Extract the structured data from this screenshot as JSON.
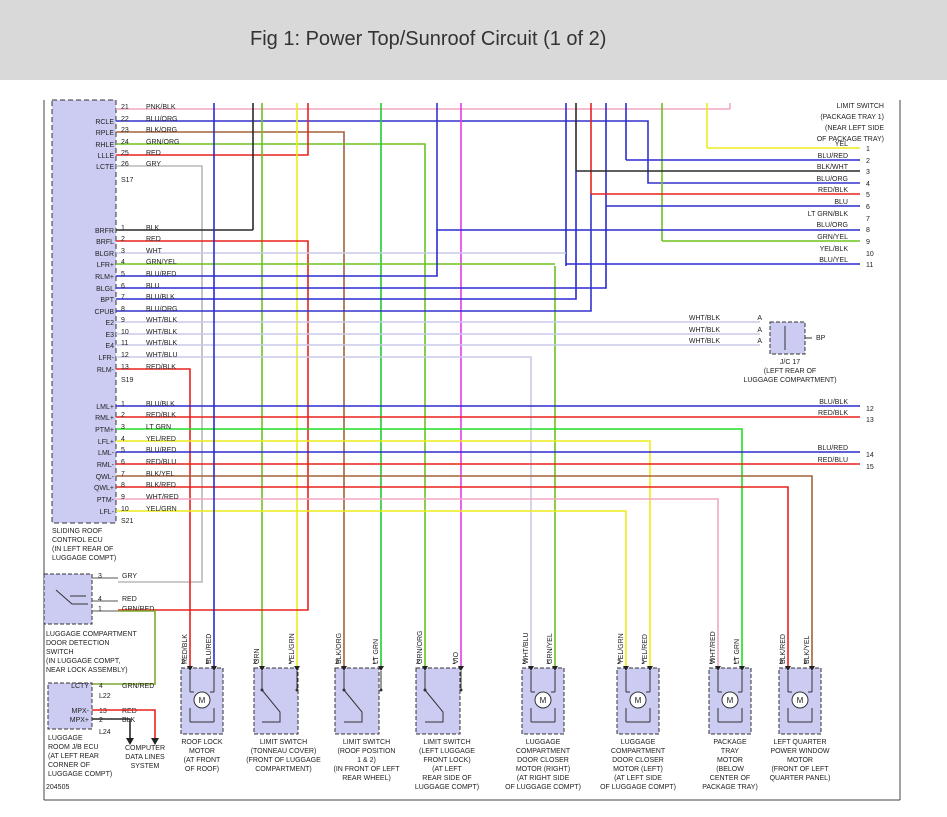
{
  "title": "Fig 1: Power Top/Sunroof Circuit (1 of 2)",
  "figure_id": "204505",
  "colors": {
    "BLK": "#2a2a2a",
    "RED": "#e8221c",
    "GRY": "#b8b8b8",
    "GRN": "#6cc21e",
    "YEL": "#ecec1a",
    "BLU": "#2b2bd0",
    "PNK": "#f2a6c4",
    "ORG": "#a3633a",
    "LTGRN": "#22dd22",
    "VIO": "#e63ae6",
    "WHT": "#c8c8e8",
    "BOX": "#ccccf2"
  },
  "ecu": {
    "name": [
      "SLIDING ROOF",
      "CONTROL ECU",
      "(IN LEFT REAR OF",
      "LUGGAGE COMPT)"
    ],
    "connectors": [
      "S17",
      "S19",
      "S21"
    ],
    "pins_a": [
      {
        "label": "RCLE",
        "num": "22",
        "wire": "BLU/ORG"
      },
      {
        "label": "RPLE",
        "num": "23",
        "wire": "BLK/ORG"
      },
      {
        "label": "RHLE",
        "num": "24",
        "wire": "GRN/ORG"
      },
      {
        "label": "LLLE",
        "num": "25",
        "wire": "RED"
      },
      {
        "label": "LCTE",
        "num": "26",
        "wire": "GRY"
      },
      {
        "label": "LCT",
        "num": "",
        "wire": ""
      }
    ],
    "pin_a0": {
      "num": "21",
      "wire": "PNK/BLK"
    },
    "pins_b": [
      {
        "label": "BRFR",
        "num": "1",
        "wire": "BLK"
      },
      {
        "label": "BRFL",
        "num": "2",
        "wire": "RED"
      },
      {
        "label": "BLGR",
        "num": "3",
        "wire": "WHT"
      },
      {
        "label": "LFR+",
        "num": "4",
        "wire": "GRN/YEL"
      },
      {
        "label": "RLM+",
        "num": "5",
        "wire": "BLU/RED"
      },
      {
        "label": "BLGL",
        "num": "6",
        "wire": "BLU"
      },
      {
        "label": "BPT",
        "num": "7",
        "wire": "BLU/BLK"
      },
      {
        "label": "CPUB",
        "num": "8",
        "wire": "BLU/ORG"
      },
      {
        "label": "E2",
        "num": "9",
        "wire": "WHT/BLK"
      },
      {
        "label": "E3",
        "num": "10",
        "wire": "WHT/BLK"
      },
      {
        "label": "E4",
        "num": "11",
        "wire": "WHT/BLK"
      },
      {
        "label": "LFR-",
        "num": "12",
        "wire": "WHT/BLU"
      },
      {
        "label": "RLM-",
        "num": "13",
        "wire": "RED/BLK"
      }
    ],
    "pins_c": [
      {
        "label": "LML+",
        "num": "1",
        "wire": "BLU/BLK"
      },
      {
        "label": "RML+",
        "num": "2",
        "wire": "RED/BLK"
      },
      {
        "label": "PTM+",
        "num": "3",
        "wire": "LT GRN"
      },
      {
        "label": "LFL+",
        "num": "4",
        "wire": "YEL/RED"
      },
      {
        "label": "LML-",
        "num": "5",
        "wire": "BLU/RED"
      },
      {
        "label": "RML-",
        "num": "6",
        "wire": "RED/BLU"
      },
      {
        "label": "QWL-",
        "num": "7",
        "wire": "BLK/YEL"
      },
      {
        "label": "QWL+",
        "num": "8",
        "wire": "BLK/RED"
      },
      {
        "label": "PTM-",
        "num": "9",
        "wire": "WHT/RED"
      },
      {
        "label": "LFL-",
        "num": "10",
        "wire": "YEL/GRN"
      }
    ]
  },
  "limit_switch_pkg": {
    "label": [
      "LIMIT SWITCH",
      "(PACKAGE TRAY 1)",
      "(NEAR LEFT SIDE",
      "OF PACKAGE TRAY)"
    ],
    "pins": [
      {
        "wire": "YEL",
        "num": "1"
      },
      {
        "wire": "BLU/RED",
        "num": "2"
      },
      {
        "wire": "BLK/WHT",
        "num": "3"
      },
      {
        "wire": "BLU/ORG",
        "num": "4"
      },
      {
        "wire": "RED/BLK",
        "num": "5"
      },
      {
        "wire": "BLU",
        "num": "6"
      },
      {
        "wire": "LT GRN/BLK",
        "num": "7"
      },
      {
        "wire": "BLU/ORG",
        "num": "8"
      },
      {
        "wire": "GRN/YEL",
        "num": "9"
      },
      {
        "wire": "YEL/BLK",
        "num": "10"
      },
      {
        "wire": "BLU/YEL",
        "num": "11"
      }
    ]
  },
  "right_pins": [
    {
      "wire": "BLU/BLK",
      "num": "12"
    },
    {
      "wire": "RED/BLK",
      "num": "13"
    },
    {
      "wire": "BLU/RED",
      "num": "14"
    },
    {
      "wire": "RED/BLU",
      "num": "15"
    }
  ],
  "jc17": {
    "label": [
      "J/C 17",
      "(LEFT REAR OF",
      "LUGGAGE COMPARTMENT)"
    ],
    "bp": "BP",
    "wires": [
      "WHT/BLK",
      "WHT/BLK",
      "WHT/BLK"
    ],
    "pins": [
      "A",
      "A",
      "A"
    ]
  },
  "door_switch": {
    "label": [
      "LUGGAGE COMPARTMENT",
      "DOOR DETECTION",
      "SWITCH",
      "(IN LUGGAGE COMPT,",
      "NEAR LOCK ASSEMBLY)"
    ],
    "pins": [
      {
        "num": "3",
        "wire": "GRY"
      },
      {
        "num": "4",
        "wire": "RED"
      },
      {
        "num": "1",
        "wire": "GRN/RED"
      }
    ]
  },
  "jb_ecu": {
    "label": [
      "LUGGAGE",
      "ROOM J/B ECU",
      "(AT LEFT REAR",
      "CORNER OF",
      "LUGGAGE COMPT)"
    ],
    "pins": [
      {
        "label": "LCTY",
        "num": "4",
        "wire": "GRN/RED"
      },
      {
        "label": "MPX-",
        "num": "13",
        "wire": "RED"
      },
      {
        "label": "MPX+",
        "num": "2",
        "wire": "BLK"
      }
    ],
    "connectors": [
      "L22",
      "L24"
    ]
  },
  "data_lines": [
    "COMPUTER",
    "DATA LINES",
    "SYSTEM"
  ],
  "components": [
    {
      "label": [
        "ROOF LOCK",
        "MOTOR",
        "(AT FRONT",
        "OF ROOF)"
      ],
      "wires": [
        "RED/BLK",
        "BLU/RED"
      ]
    },
    {
      "label": [
        "LIMIT SWITCH",
        "(TONNEAU COVER)",
        "(FRONT OF LUGGAGE",
        "COMPARTMENT)"
      ],
      "wires": [
        "GRN",
        "YEL/GRN"
      ]
    },
    {
      "label": [
        "LIMIT SWITCH",
        "(ROOF POSITION",
        "1 & 2)",
        "(IN FRONT OF LEFT",
        "REAR WHEEL)"
      ],
      "wires": [
        "BLK/ORG",
        "LT GRN"
      ]
    },
    {
      "label": [
        "LIMIT SWITCH",
        "(LEFT LUGGAGE",
        "FRONT LOCK)",
        "(AT LEFT",
        "REAR SIDE OF",
        "LUGGAGE COMPT)"
      ],
      "wires": [
        "GRN/ORG",
        "VIO"
      ]
    },
    {
      "label": [
        "LUGGAGE",
        "COMPARTMENT",
        "DOOR CLOSER",
        "MOTOR (RIGHT)",
        "(AT RIGHT SIDE",
        "OF LUGGAGE COMPT)"
      ],
      "wires": [
        "WHT/BLU",
        "GRN/YEL"
      ]
    },
    {
      "label": [
        "LUGGAGE",
        "COMPARTMENT",
        "DOOR CLOSER",
        "MOTOR (LEFT)",
        "(AT LEFT SIDE",
        "OF LUGGAGE COMPT)"
      ],
      "wires": [
        "YEL/GRN",
        "YEL/RED"
      ]
    },
    {
      "label": [
        "PACKAGE",
        "TRAY",
        "MOTOR",
        "(BELOW",
        "CENTER OF",
        "PACKAGE TRAY)"
      ],
      "wires": [
        "WHT/RED",
        "LT GRN"
      ]
    },
    {
      "label": [
        "LEFT QUARTER",
        "POWER WINDOW",
        "MOTOR",
        "(FRONT OF LEFT",
        "QUARTER PANEL)"
      ],
      "wires": [
        "BLK/RED",
        "BLK/YEL"
      ]
    }
  ],
  "pin_numbers": [
    "2",
    "1"
  ],
  "motor_symbol": "M"
}
